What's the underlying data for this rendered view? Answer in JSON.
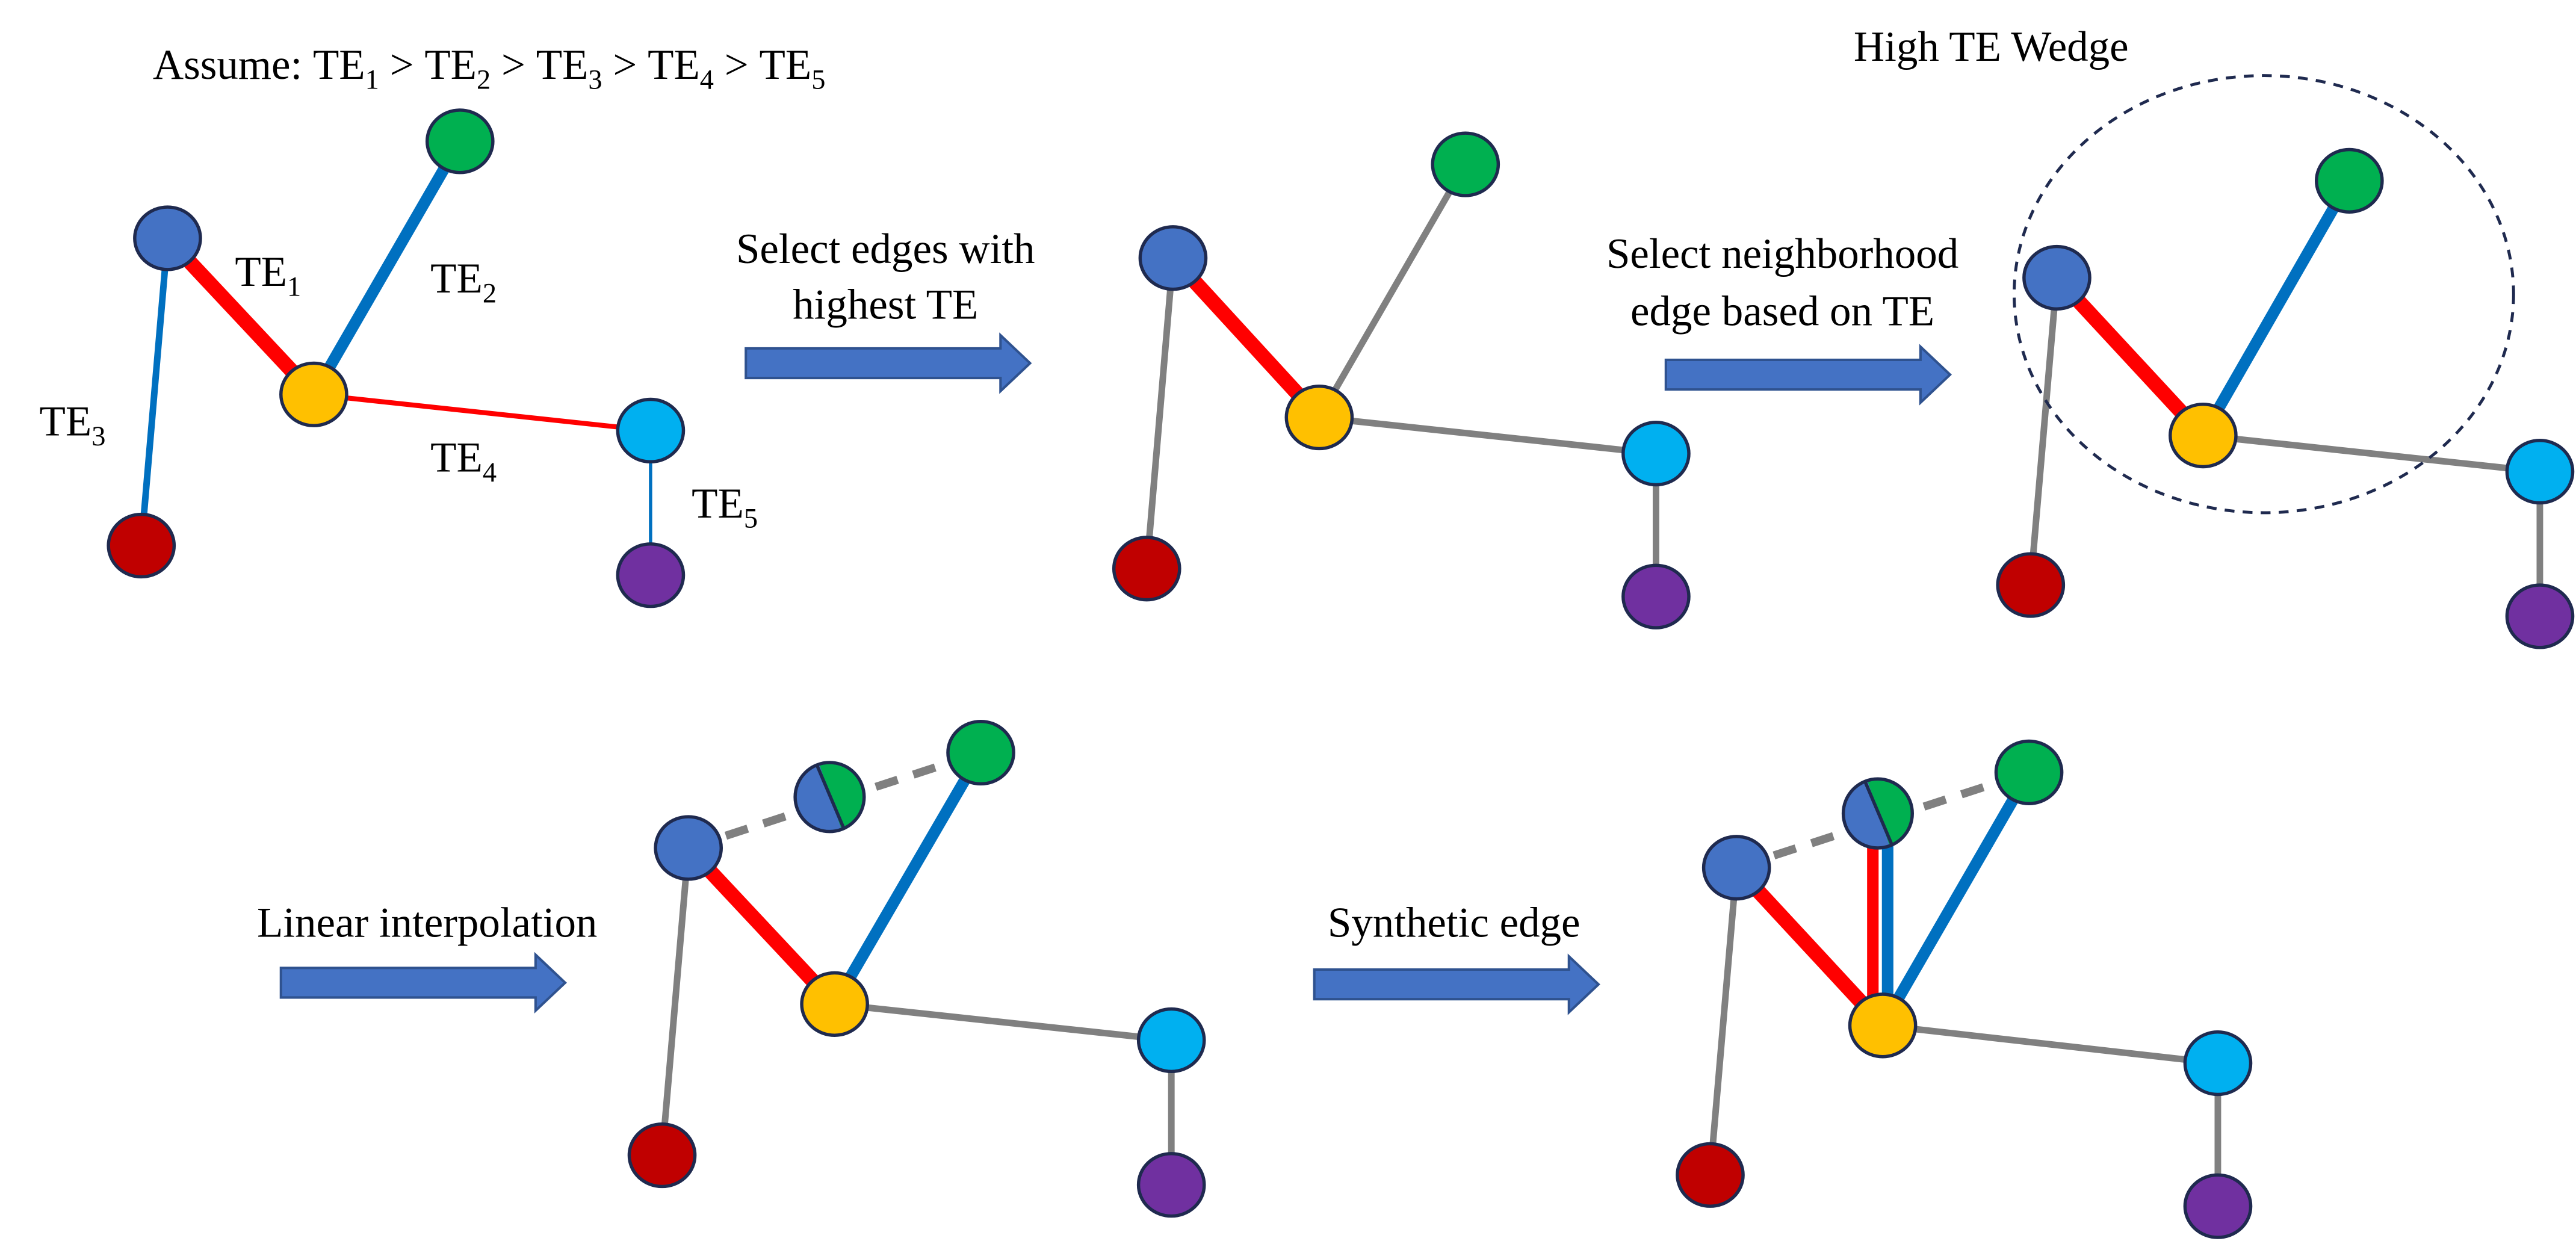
{
  "assumption": {
    "prefix": "Assume: ",
    "te_base": "TE",
    "subscripts": [
      "1",
      "2",
      "3",
      "4",
      "5"
    ],
    "separator": " > "
  },
  "edge_labels": {
    "te1": {
      "base": "TE",
      "sub": "1"
    },
    "te2": {
      "base": "TE",
      "sub": "2"
    },
    "te3": {
      "base": "TE",
      "sub": "3"
    },
    "te4": {
      "base": "TE",
      "sub": "4"
    },
    "te5": {
      "base": "TE",
      "sub": "5"
    }
  },
  "steps": {
    "select_edges_line1": "Select edges with",
    "select_edges_line2": "highest TE",
    "select_neighborhood_line1": "Select neighborhood",
    "select_neighborhood_line2": "edge based on TE",
    "high_te_wedge": "High TE Wedge",
    "linear_interpolation": "Linear interpolation",
    "synthetic_edge": "Synthetic edge"
  },
  "colors": {
    "node_blue": "#4472c4",
    "node_green": "#00b050",
    "node_yellow": "#ffc000",
    "node_cyan": "#00b0f0",
    "node_red": "#c00000",
    "node_purple": "#7030a0",
    "edge_red": "#ff0000",
    "edge_blue": "#0070c0",
    "edge_gray": "#808080",
    "arrow_fill": "#4472c4",
    "arrow_stroke": "#2f528f",
    "wedge_circle": "#1f2a4f"
  }
}
